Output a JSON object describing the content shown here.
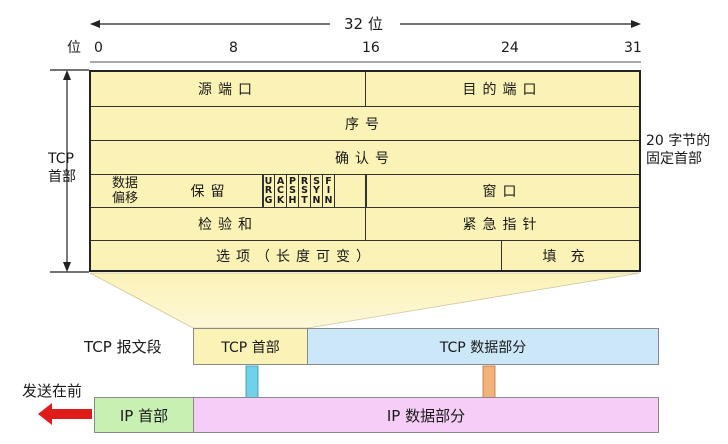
{
  "ruler": {
    "bits_label": "32 位",
    "unit_label": "位",
    "ticks": [
      "0",
      "8",
      "16",
      "24",
      "31"
    ]
  },
  "side": {
    "header_label_line1": "TCP",
    "header_label_line2": "首部",
    "fixed_line1": "20 字节的",
    "fixed_line2": "固定首部"
  },
  "fields": {
    "src_port": "源端口",
    "dst_port": "目的端口",
    "seq": "序号",
    "ack_no": "确认号",
    "offset_line1": "数据",
    "offset_line2": "偏移",
    "reserved": "保留",
    "flags": [
      [
        "U",
        "R",
        "G"
      ],
      [
        "A",
        "C",
        "K"
      ],
      [
        "P",
        "S",
        "H"
      ],
      [
        "R",
        "S",
        "T"
      ],
      [
        "S",
        "Y",
        "N"
      ],
      [
        "F",
        "I",
        "N"
      ]
    ],
    "window": "窗口",
    "checksum": "检验和",
    "urgent": "紧急指针",
    "options": "选项（长度可变）",
    "padding": "填充"
  },
  "segment": {
    "label": "TCP 报文段",
    "header": "TCP 首部",
    "data": "TCP 数据部分"
  },
  "ip": {
    "send_first": "发送在前",
    "header": "IP 首部",
    "data": "IP 数据部分"
  },
  "colors": {
    "header_fill": "#fbf2b6",
    "tcp_data_fill": "#cce8f8",
    "ip_header_fill": "#c9f0b3",
    "ip_data_fill": "#f6cdf6",
    "arrow_red": "#e01b1b",
    "arrow_blue": "#6fd2ea",
    "arrow_orange": "#f2b27a"
  }
}
